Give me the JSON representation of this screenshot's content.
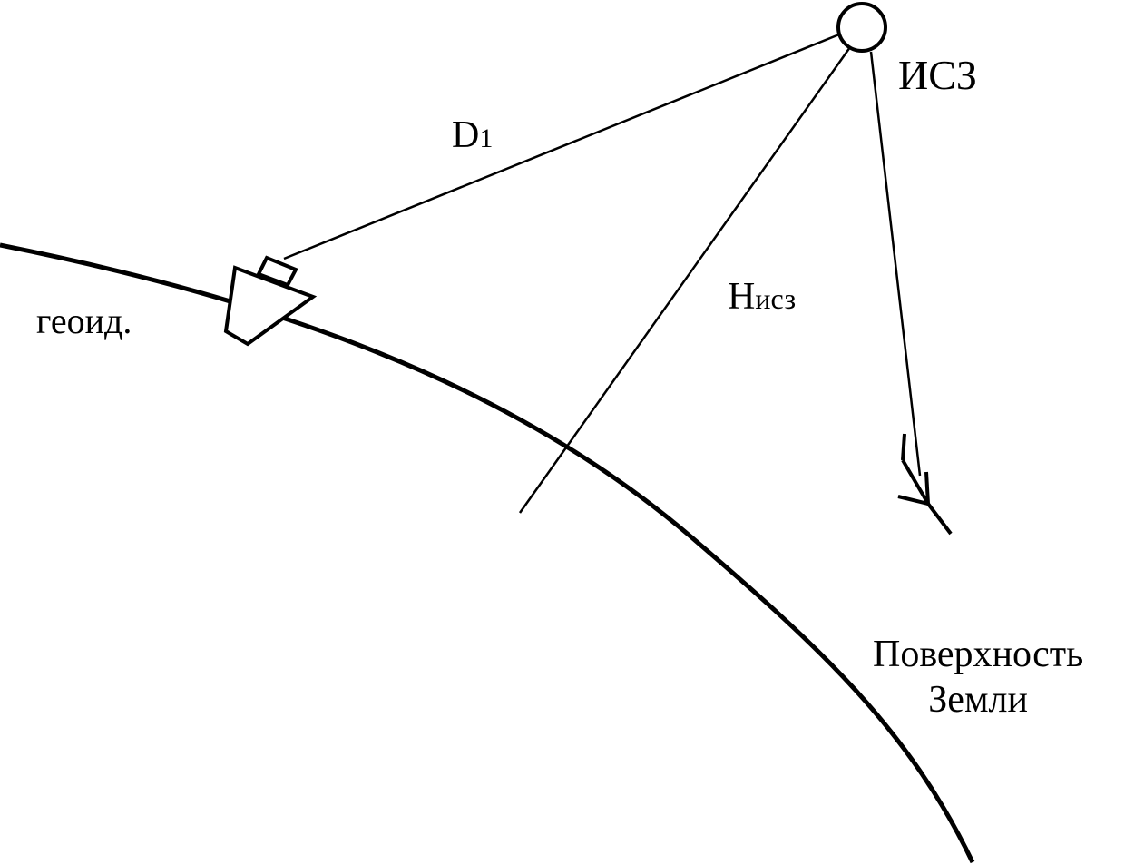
{
  "labels": {
    "satellite": "ИСЗ",
    "distance_main": "D",
    "distance_sub": "1",
    "height_main": "H",
    "height_sub": "исз",
    "geoid": "геоид.",
    "surface_line1": "Поверхность",
    "surface_line2": "Земли"
  },
  "colors": {
    "stroke": "#000000",
    "background": "#ffffff"
  },
  "icons": {
    "satellite": "circle",
    "ship": "ship-icon",
    "direction": "arrow-icon"
  }
}
